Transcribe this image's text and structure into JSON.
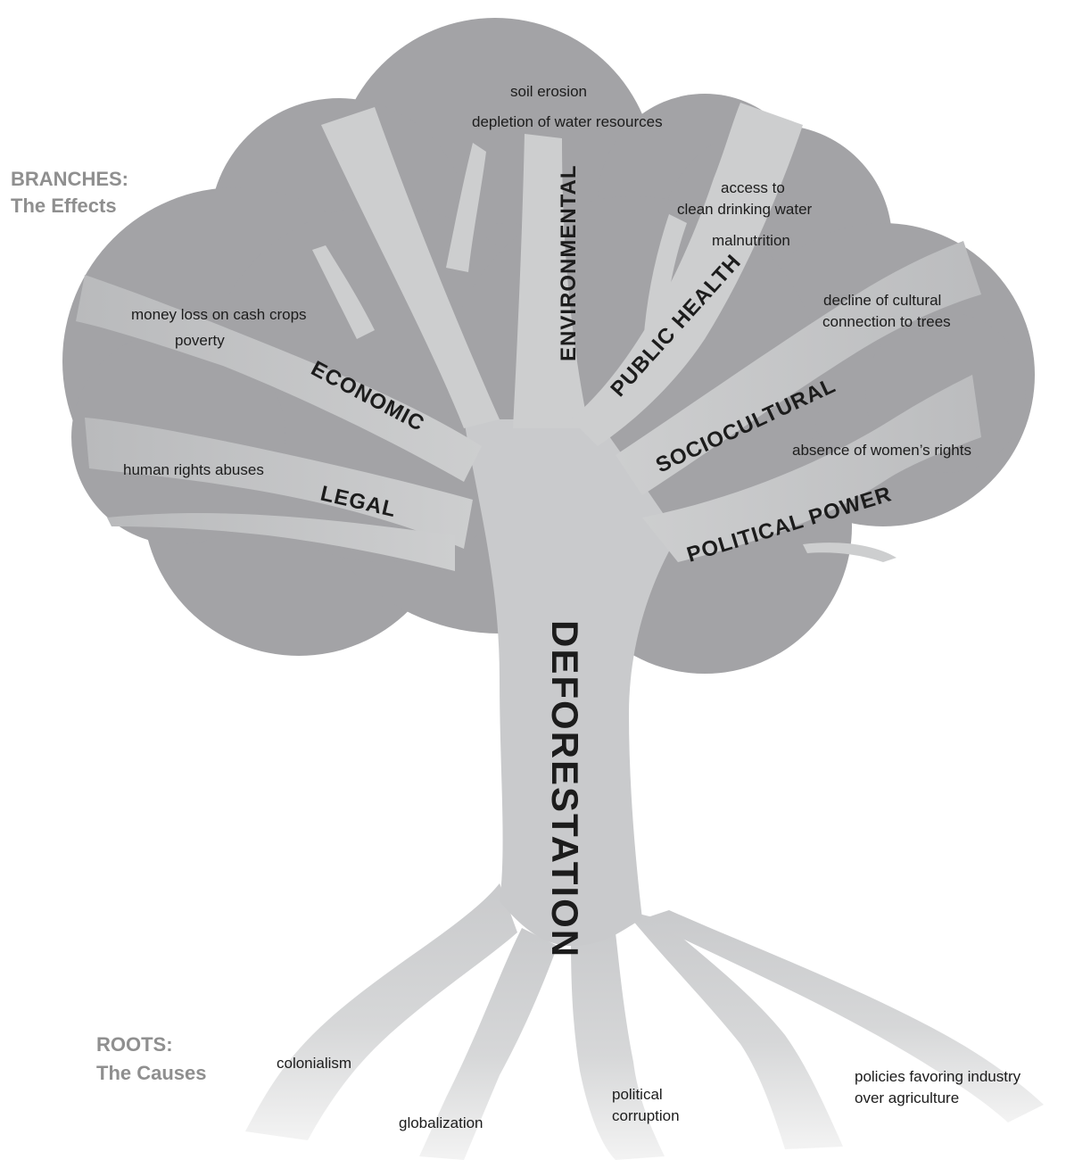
{
  "sections": {
    "branches": {
      "title": "BRANCHES:",
      "subtitle": "The Effects"
    },
    "roots": {
      "title": "ROOTS:",
      "subtitle": "The Causes"
    }
  },
  "trunk": {
    "label": "DEFORESTATION"
  },
  "branches": {
    "environmental": {
      "label": "ENVIRONMENTAL",
      "effects": [
        "soil erosion",
        "depletion of water resources"
      ]
    },
    "public_health": {
      "label": "PUBLIC HEALTH",
      "effects": [
        "access to",
        "clean drinking water",
        "malnutrition"
      ]
    },
    "sociocultural": {
      "label": "SOCIOCULTURAL",
      "effects": [
        "decline of cultural",
        "connection to trees"
      ]
    },
    "political_power": {
      "label": "POLITICAL POWER",
      "effects": [
        "absence of women’s rights"
      ]
    },
    "economic": {
      "label": "ECONOMIC",
      "effects": [
        "money loss on cash crops",
        "poverty"
      ]
    },
    "legal": {
      "label": "LEGAL",
      "effects": [
        "human rights abuses"
      ]
    }
  },
  "roots": {
    "colonialism": [
      "colonialism"
    ],
    "globalization": [
      "globalization"
    ],
    "political_corruption": [
      "political",
      "corruption"
    ],
    "policies": [
      "policies favoring industry",
      "over agriculture"
    ]
  },
  "colors": {
    "canopy": "#a3a3a6",
    "branch": "#cdcecf",
    "trunk": "#c9cacc",
    "text": "#1c1c1c",
    "section_heading": "#8f8f8f"
  }
}
